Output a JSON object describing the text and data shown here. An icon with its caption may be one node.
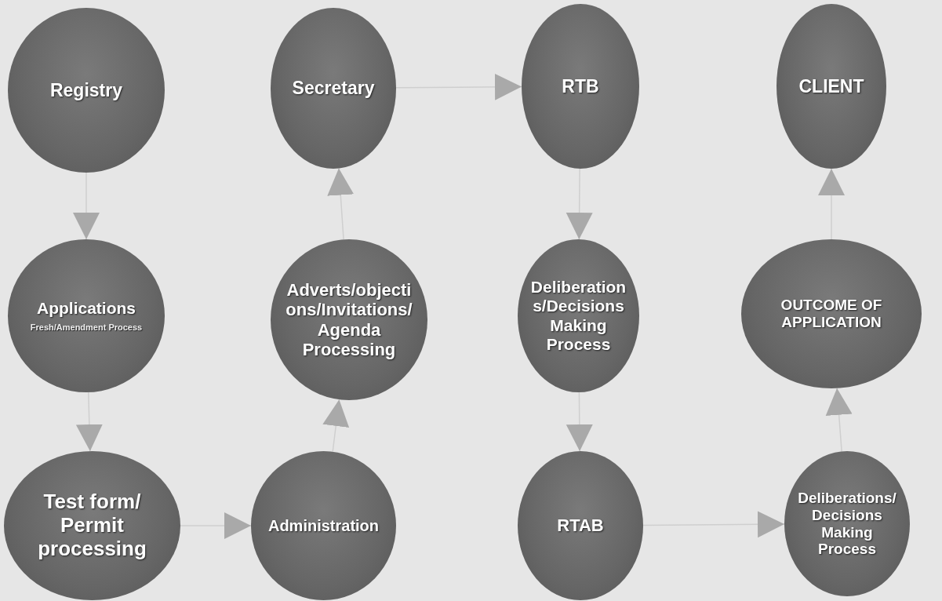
{
  "diagram": {
    "nodes": [
      {
        "text": [
          "Registry"
        ]
      },
      {
        "text": [
          "Secretary"
        ]
      },
      {
        "text": [
          "RTB"
        ]
      },
      {
        "text": [
          "CLIENT"
        ]
      },
      {
        "text": [
          "Applications",
          "Fresh/Amendment Process"
        ]
      },
      {
        "text": [
          "Adverts/objections/Invitations/Agenda Processing"
        ]
      },
      {
        "text": [
          "Deliberations/Decisions Making Process"
        ]
      },
      {
        "text": [
          "OUTCOME OF APPLICATION"
        ]
      },
      {
        "text": [
          "Test form/ Permit processing"
        ]
      },
      {
        "text": [
          "Administration"
        ]
      },
      {
        "text": [
          "RTAB"
        ]
      },
      {
        "text": [
          "Deliberations/Decisions Making Process"
        ]
      }
    ],
    "edges": [
      {
        "from": 0,
        "to": 4,
        "arrow": "to"
      },
      {
        "from": 4,
        "to": 8,
        "arrow": "to"
      },
      {
        "from": 8,
        "to": 9,
        "arrow": "to"
      },
      {
        "from": 9,
        "to": 5,
        "arrow": "to"
      },
      {
        "from": 5,
        "to": 1,
        "arrow": "to"
      },
      {
        "from": 1,
        "to": 2,
        "arrow": "to"
      },
      {
        "from": 2,
        "to": 6,
        "arrow": "to"
      },
      {
        "from": 6,
        "to": 10,
        "arrow": "to"
      },
      {
        "from": 10,
        "to": 11,
        "arrow": "to"
      },
      {
        "from": 11,
        "to": 7,
        "arrow": "to"
      },
      {
        "from": 7,
        "to": 3,
        "arrow": "to"
      }
    ]
  }
}
